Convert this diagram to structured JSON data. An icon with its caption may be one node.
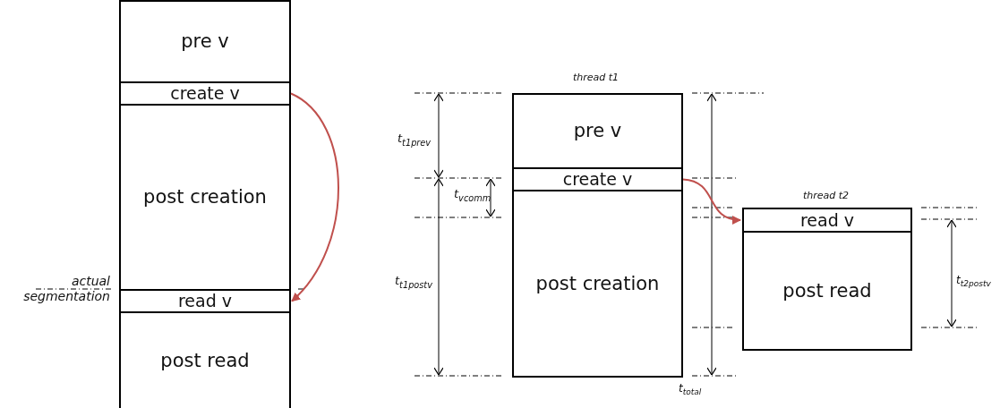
{
  "diagram": {
    "nodes": [
      {
        "text": [
          "pre v"
        ]
      },
      {
        "text": [
          "create v"
        ]
      },
      {
        "text": [
          "post creation"
        ]
      },
      {
        "text": [
          "read v"
        ]
      },
      {
        "text": [
          "post read"
        ]
      },
      {
        "text": [
          "pre v"
        ]
      },
      {
        "text": [
          "create v"
        ]
      },
      {
        "text": [
          "post creation"
        ]
      },
      {
        "text": [
          "read v"
        ]
      },
      {
        "text": [
          "post read"
        ]
      }
    ],
    "edges": [
      {
        "from": 1,
        "to": 3,
        "arrow": "to"
      },
      {
        "from": 6,
        "to": 8,
        "arrow": "to"
      }
    ],
    "labels": [
      "actual segmentation",
      "thread t1",
      "t$_{t1}$$_{prev}$",
      "t$_{vcomm}$",
      "t$_{t1}$$_{postv}$",
      "thread t2",
      "t$_{t2}$$_{postv}$",
      "t$_{total}$"
    ]
  }
}
